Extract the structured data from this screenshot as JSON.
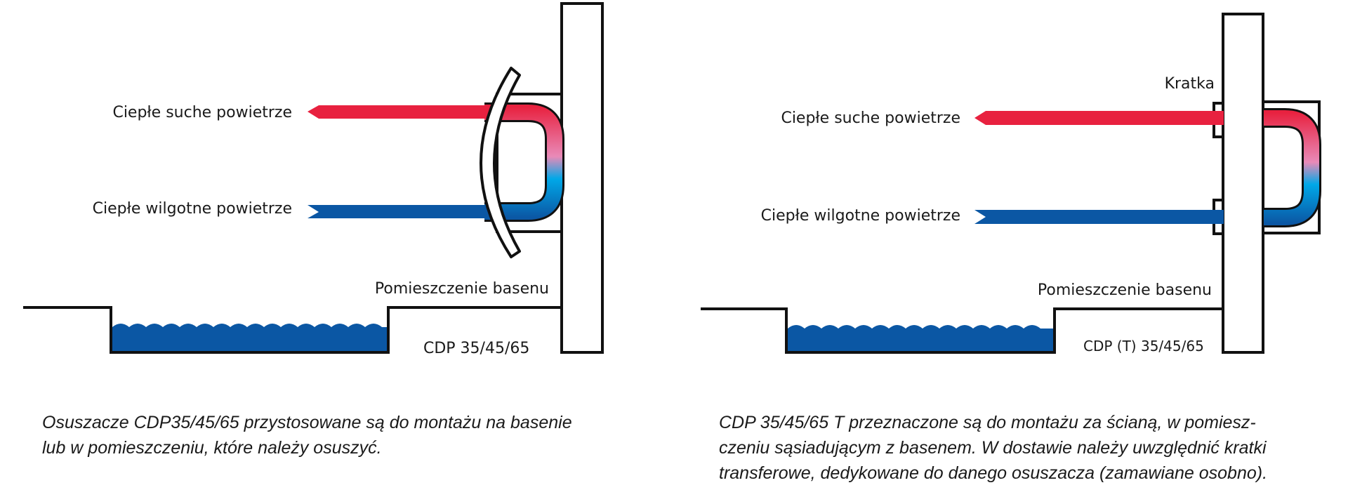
{
  "left": {
    "label_dry": "Ciepłe suche powietrze",
    "label_humid": "Ciepłe wilgotne powietrze",
    "room_label": "Pomieszczenie basenu",
    "model_label": "CDP 35/45/65",
    "caption_lines": [
      "Osuszacze CDP35/45/65 przystosowane są do montażu na basenie",
      "lub w pomieszczeniu, które należy osuszyć."
    ]
  },
  "right": {
    "grille_label": "Kratka",
    "label_dry": "Ciepłe suche powietrze",
    "label_humid": "Ciepłe wilgotne powietrze",
    "room_label": "Pomieszczenie basenu",
    "model_label": "CDP (T) 35/45/65",
    "caption_lines": [
      "CDP 35/45/65 T przeznaczone są do montażu za ścianą, w pomiesz-",
      "czeniu sąsiadującym z basenem. W dostawie należy uwzględnić kratki",
      "transferowe, dedykowane do danego osuszacza (zamawiane osobno)."
    ]
  },
  "colors": {
    "warm_dry_air": "#e8213f",
    "warm_humid_air": "#0b57a4",
    "water": "#0b57a4",
    "loop_mid": "#00a8e8",
    "outline": "#111111"
  }
}
